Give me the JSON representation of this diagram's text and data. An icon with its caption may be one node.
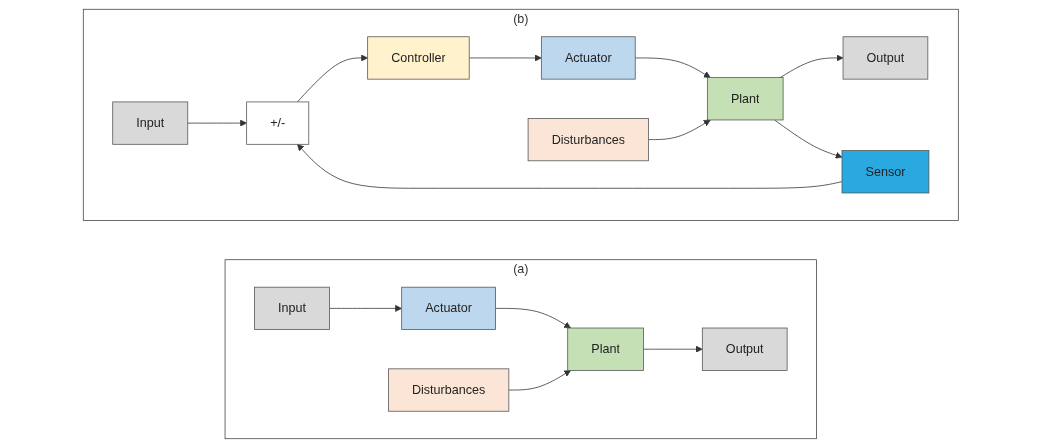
{
  "diagram": {
    "nodes": [
      {
        "text": [
          "(a)"
        ]
      },
      {
        "text": [
          "Disturbances"
        ],
        "in": 0
      },
      {
        "text": [
          "Input"
        ],
        "in": 0
      },
      {
        "text": [
          "Actuator"
        ],
        "in": 0
      },
      {
        "text": [
          "Plant"
        ],
        "in": 0
      },
      {
        "text": [
          "Output"
        ],
        "in": 0
      },
      {
        "text": [
          "(b)"
        ]
      },
      {
        "text": [
          "Input"
        ],
        "in": 6
      },
      {
        "text": [
          "+/-"
        ],
        "in": 6
      },
      {
        "text": [
          "Controller"
        ],
        "in": 6
      },
      {
        "text": [
          "Actuator"
        ],
        "in": 6
      },
      {
        "text": [
          "Sensor"
        ],
        "in": 6
      },
      {
        "text": [
          "Output"
        ],
        "in": 6
      },
      {
        "text": [
          "Plant"
        ],
        "in": 6
      },
      {
        "text": [
          "Disturbances"
        ],
        "in": 6
      }
    ],
    "edges": [
      {
        "from": 2,
        "to": 3,
        "arrow": "to"
      },
      {
        "from": 3,
        "to": 4,
        "arrow": "to"
      },
      {
        "from": 4,
        "to": 5,
        "arrow": "to"
      },
      {
        "from": 1,
        "to": 4,
        "arrow": "to"
      },
      {
        "from": 7,
        "to": 8,
        "arrow": "to"
      },
      {
        "from": 8,
        "to": 9,
        "arrow": "to"
      },
      {
        "from": 9,
        "to": 10,
        "arrow": "to"
      },
      {
        "from": 10,
        "to": 13,
        "arrow": "to"
      },
      {
        "from": 13,
        "to": 12,
        "arrow": "to"
      },
      {
        "from": 13,
        "to": 11,
        "arrow": "to"
      },
      {
        "from": 11,
        "to": 8,
        "arrow": "to"
      },
      {
        "from": 14,
        "to": 13,
        "arrow": "to"
      }
    ]
  }
}
